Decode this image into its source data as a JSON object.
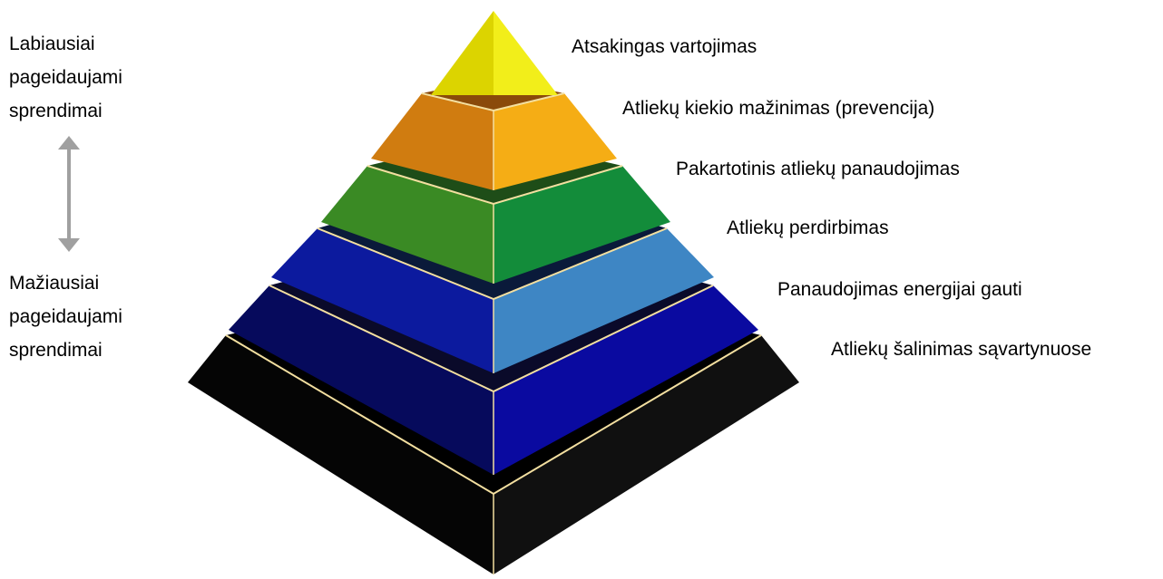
{
  "side_labels": {
    "top": [
      "Labiausiai",
      "pageidaujami",
      "sprendimai"
    ],
    "bottom": [
      "Mažiausiai",
      "pageidaujami",
      "sprendimai"
    ]
  },
  "levels": [
    {
      "label": "Atsakingas vartojimas",
      "left_color": "#dcd400",
      "right_color": "#f2ee1a",
      "top_color": "#b9b300"
    },
    {
      "label": "Atliekų kiekio mažinimas (prevencija)",
      "left_color": "#d07c10",
      "right_color": "#f5ad15",
      "top_color": "#8a4a0a"
    },
    {
      "label": "Pakartotinis atliekų panaudojimas",
      "left_color": "#3a8a24",
      "right_color": "#138c3a",
      "top_color": "#1e4d18"
    },
    {
      "label": "Atliekų perdirbimas",
      "left_color": "#0c1a9e",
      "right_color": "#3e86c4",
      "top_color": "#0a1a3a"
    },
    {
      "label": "Panaudojimas energijai gauti",
      "left_color": "#060a5c",
      "right_color": "#0a0aa0",
      "top_color": "#0a0a2a"
    },
    {
      "label": "Atliekų šalinimas sąvartynuose",
      "left_color": "#050505",
      "right_color": "#101010",
      "top_color": "#000000"
    }
  ],
  "arrow_color": "#a0a0a0",
  "edge_color": "#f3dfa0"
}
